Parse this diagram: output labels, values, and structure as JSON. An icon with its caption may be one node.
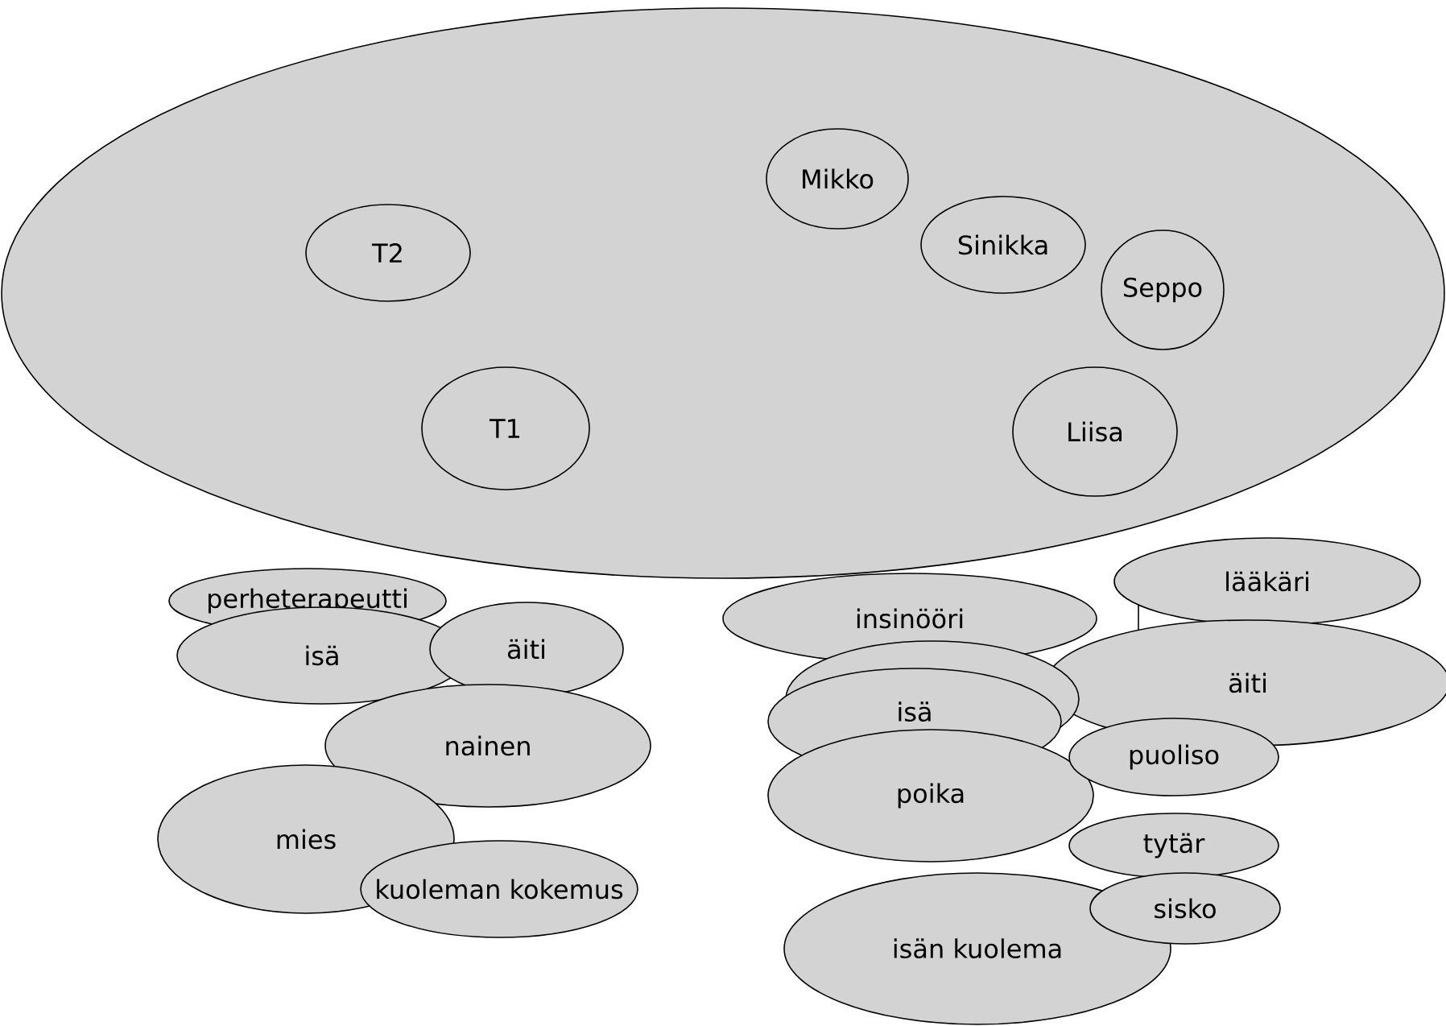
{
  "diagram": {
    "nodes": [
      {
        "text": [],
        "shape": "ellipse"
      },
      {
        "text": [
          "Mikko"
        ],
        "in": 0
      },
      {
        "text": [
          "T2"
        ],
        "in": 0
      },
      {
        "text": [
          "Sinikka"
        ],
        "in": 0
      },
      {
        "text": [
          "Seppo"
        ],
        "in": 0
      },
      {
        "text": [
          "T1"
        ],
        "in": 0
      },
      {
        "text": [
          "Liisa"
        ],
        "in": 0
      },
      {
        "text": [
          "perheterapeutti"
        ]
      },
      {
        "text": [
          "isä"
        ]
      },
      {
        "text": [
          "äiti"
        ]
      },
      {
        "text": [
          "nainen"
        ]
      },
      {
        "text": [
          "mies"
        ]
      },
      {
        "text": [
          "kuoleman kokemus"
        ]
      },
      {
        "text": [
          "lääkäri"
        ]
      },
      {
        "text": [
          "äiti"
        ]
      },
      {
        "text": [
          "insinööri"
        ]
      },
      {
        "text": [
          "isä"
        ]
      },
      {
        "text": [
          "poika"
        ]
      },
      {
        "text": [
          "puoliso"
        ]
      },
      {
        "text": [
          "tytär"
        ]
      },
      {
        "text": [
          "isän kuolema"
        ]
      },
      {
        "text": [
          "sisko"
        ]
      }
    ],
    "edges": [
      {
        "from": 13,
        "to": 14,
        "arrow": "none"
      }
    ]
  }
}
